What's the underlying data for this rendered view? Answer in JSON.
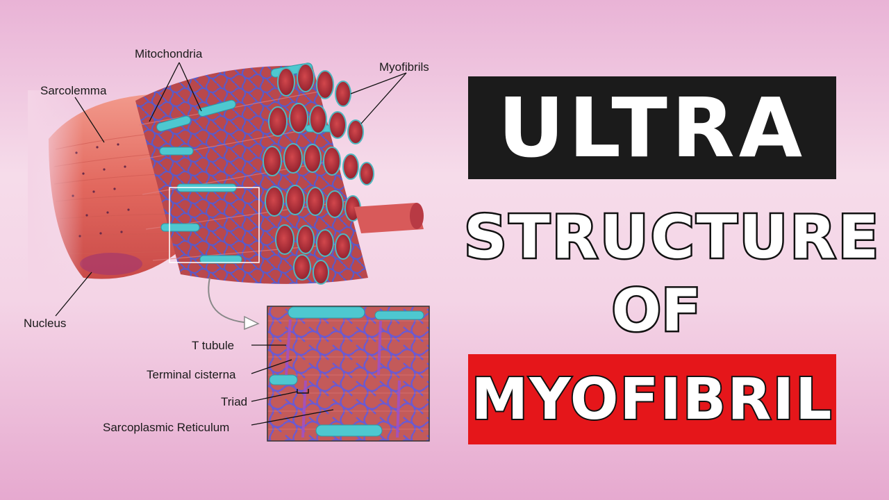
{
  "diagram": {
    "labels": {
      "mitochondria": "Mitochondria",
      "myofibrils": "Myofibrils",
      "sarcolemma": "Sarcolemma",
      "nucleus": "Nucleus",
      "t_tubule": "T tubule",
      "terminal_cisterna": "Terminal cisterna",
      "triad": "Triad",
      "sarcoplasmic_reticulum": "Sarcoplasmic Reticulum"
    }
  },
  "title": {
    "line1": "ULTRA",
    "line2": "STRUCTURE",
    "line3": "OF",
    "line4": "MYOFIBRIL"
  },
  "colors": {
    "background": "#eec3dd",
    "myofibril_red": "#b8343b",
    "sr_purple": "#5a5ac8",
    "mitochondria_cyan": "#4ec8d0",
    "banner_black": "#1b1b1b",
    "banner_red": "#e5161a"
  }
}
